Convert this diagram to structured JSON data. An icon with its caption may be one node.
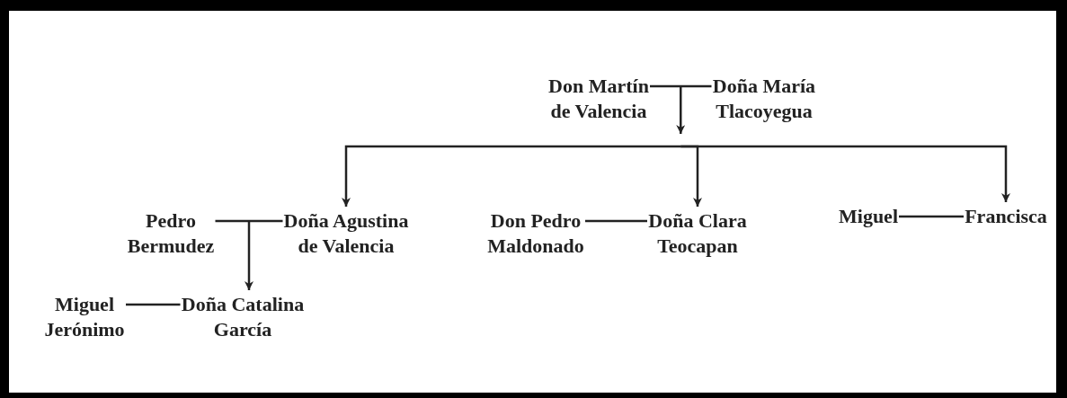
{
  "diagram": {
    "nodes": [
      {
        "text": [
          "Don Martín de Valencia"
        ]
      },
      {
        "text": [
          "Doña María Tlacoyegua"
        ]
      },
      {
        "text": [
          "Pedro Bermudez"
        ]
      },
      {
        "text": [
          "Doña Agustina de Valencia"
        ]
      },
      {
        "text": [
          "Don Pedro Maldonado"
        ]
      },
      {
        "text": [
          "Doña Clara Teocapan"
        ]
      },
      {
        "text": [
          "Miguel"
        ]
      },
      {
        "text": [
          "Francisca"
        ]
      },
      {
        "text": [
          "Miguel Jerónimo"
        ]
      },
      {
        "text": [
          "Doña Catalina García"
        ]
      }
    ],
    "edges": [
      {
        "from": 0,
        "to": 1,
        "arrow": "none"
      },
      {
        "from": null,
        "to": 3,
        "arrow": "to"
      },
      {
        "from": null,
        "to": 5,
        "arrow": "to"
      },
      {
        "from": null,
        "to": 7,
        "arrow": "to"
      },
      {
        "from": 2,
        "to": 3,
        "arrow": "none"
      },
      {
        "from": null,
        "to": 9,
        "arrow": "to"
      },
      {
        "from": 4,
        "to": 5,
        "arrow": "none"
      },
      {
        "from": 6,
        "to": 7,
        "arrow": "none"
      },
      {
        "from": 8,
        "to": 9,
        "arrow": "none"
      }
    ]
  }
}
